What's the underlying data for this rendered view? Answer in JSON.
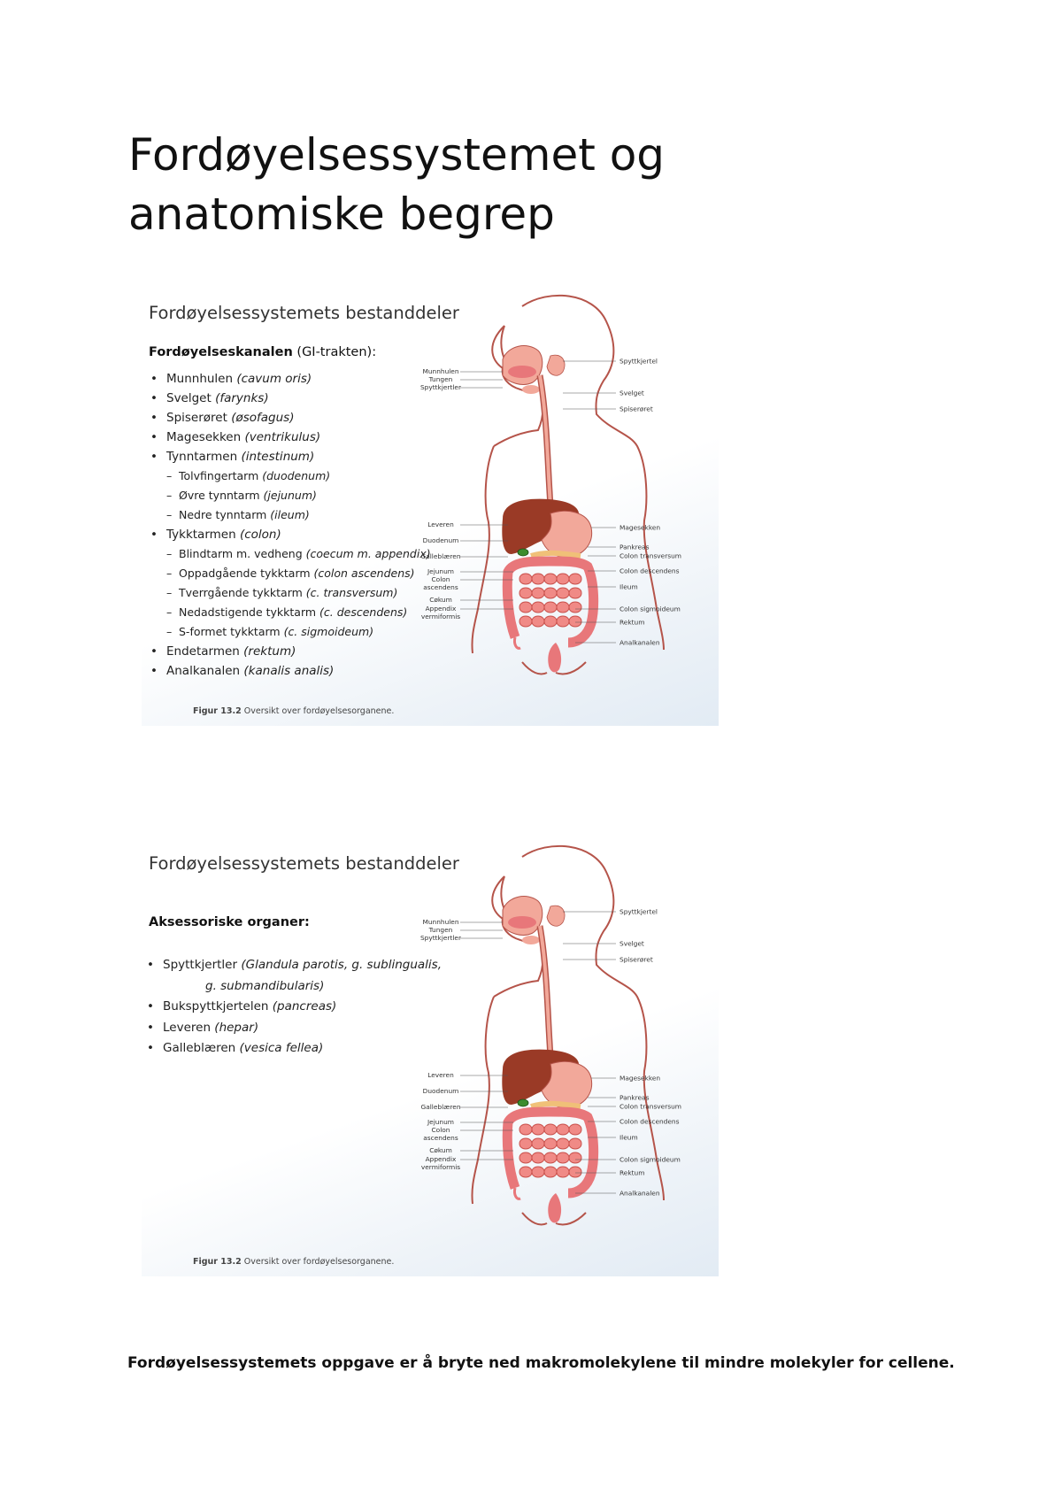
{
  "page_title": "Fordøyelsessystemet og anatomiske begrep",
  "slide1": {
    "heading": "Fordøyelsessystemets bestanddeler",
    "section_bold": "Fordøyelseskanalen",
    "section_rest": " (GI-trakten):",
    "items": [
      {
        "level": 1,
        "text": "Munnhulen ",
        "latin": "(cavum oris)"
      },
      {
        "level": 1,
        "text": "Svelget ",
        "latin": "(farynks)"
      },
      {
        "level": 1,
        "text": "Spiserøret ",
        "latin": "(øsofagus)"
      },
      {
        "level": 1,
        "text": "Magesekken ",
        "latin": "(ventrikulus)"
      },
      {
        "level": 1,
        "text": "Tynntarmen ",
        "latin": "(intestinum)"
      },
      {
        "level": 2,
        "text": "Tolvfingertarm ",
        "latin": "(duodenum)"
      },
      {
        "level": 2,
        "text": "Øvre tynntarm ",
        "latin": "(jejunum)"
      },
      {
        "level": 2,
        "text": "Nedre tynntarm ",
        "latin": "(ileum)"
      },
      {
        "level": 1,
        "text": "Tykktarmen ",
        "latin": "(colon)"
      },
      {
        "level": 2,
        "text": "Blindtarm m. vedheng ",
        "latin": "(coecum m. appendix)"
      },
      {
        "level": 2,
        "text": "Oppadgående tykktarm ",
        "latin": "(colon ascendens)"
      },
      {
        "level": 2,
        "text": "Tverrgående tykktarm ",
        "latin": "(c. transversum)"
      },
      {
        "level": 2,
        "text": "Nedadstigende tykktarm ",
        "latin": "(c. descendens)"
      },
      {
        "level": 2,
        "text": "S-formet tykktarm ",
        "latin": "(c. sigmoideum)"
      },
      {
        "level": 1,
        "text": "Endetarmen ",
        "latin": "(rektum)"
      },
      {
        "level": 1,
        "text": "Analkanalen ",
        "latin": "(kanalis analis)"
      }
    ],
    "caption_bold": "Figur 13.2",
    "caption_text": " Oversikt over fordøyelsesorganene."
  },
  "slide2": {
    "heading": "Fordøyelsessystemets bestanddeler",
    "section_bold": "Aksessoriske organer:",
    "items": [
      {
        "text": "Spyttkjertler ",
        "latin": "(Glandula parotis, g. sublingualis,"
      },
      {
        "text": "",
        "latin": "g. submandibularis)",
        "continuation": true
      },
      {
        "text": "Bukspyttkjertelen ",
        "latin": "(pancreas)"
      },
      {
        "text": "Leveren ",
        "latin": "(hepar)"
      },
      {
        "text": "Galleblæren ",
        "latin": "(vesica fellea)"
      }
    ],
    "caption_bold": "Figur 13.2",
    "caption_text": " Oversikt over fordøyelsesorganene."
  },
  "figure_labels": {
    "left": [
      "Munnhulen",
      "Tungen",
      "Spyttkjertler",
      "Leveren",
      "Duodenum",
      "Galleblæren",
      "Jejunum",
      "Colon",
      "ascendens",
      "Cøkum",
      "Appendix",
      "vermiformis"
    ],
    "right": [
      "Spyttkjertel",
      "Svelget",
      "Spiserøret",
      "Magesekken",
      "Pankreas",
      "Colon transversum",
      "Colon descendens",
      "Ileum",
      "Colon sigmoideum",
      "Rektum",
      "Analkanalen"
    ]
  },
  "bottom_text": "Fordøyelsessystemets oppgave er å bryte ned makromolekylene til mindre molekyler for cellene.",
  "colors": {
    "body_outline": "#b5544a",
    "organ": "#e8777a",
    "liver": "#9a3a26",
    "stomach": "#f2a89a",
    "gallbladder": "#3c8c2e"
  }
}
